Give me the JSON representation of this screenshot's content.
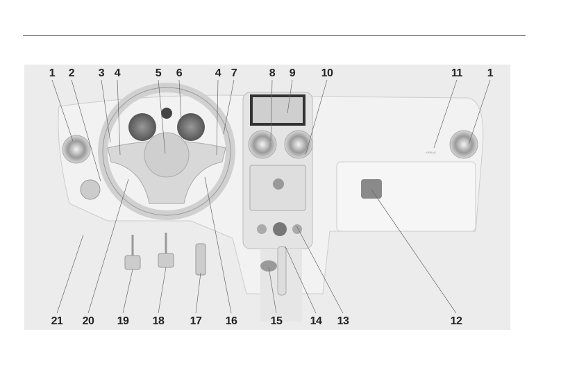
{
  "figure": {
    "top_callouts": [
      "1",
      "2",
      "3",
      "4",
      "5",
      "6",
      "4",
      "7",
      "8",
      "9",
      "10",
      "11",
      "1"
    ],
    "bottom_callouts": [
      "21",
      "20",
      "19",
      "18",
      "17",
      "16",
      "15",
      "14",
      "13",
      "12"
    ],
    "airbag_text": "AIRBAG"
  }
}
